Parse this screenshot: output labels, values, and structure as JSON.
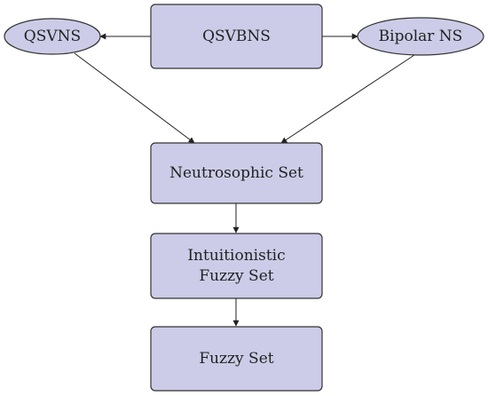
{
  "nodes": {
    "qsvbns": "QSVBNS",
    "qsvns": "QSVNS",
    "bipolar_ns": "Bipolar NS",
    "neutrosophic_set": "Neutrosophic Set",
    "intuitionistic_fuzzy_set": [
      "Intuitionistic",
      "Fuzzy Set"
    ],
    "fuzzy_set": "Fuzzy Set"
  },
  "edges": [
    {
      "from": "qsvbns",
      "to": "qsvns"
    },
    {
      "from": "qsvbns",
      "to": "bipolar_ns"
    },
    {
      "from": "qsvns",
      "to": "neutrosophic_set"
    },
    {
      "from": "bipolar_ns",
      "to": "neutrosophic_set"
    },
    {
      "from": "neutrosophic_set",
      "to": "intuitionistic_fuzzy_set"
    },
    {
      "from": "intuitionistic_fuzzy_set",
      "to": "fuzzy_set"
    }
  ],
  "colors": {
    "node_fill": "#cccce8",
    "node_stroke": "#333333",
    "edge": "#222222"
  }
}
